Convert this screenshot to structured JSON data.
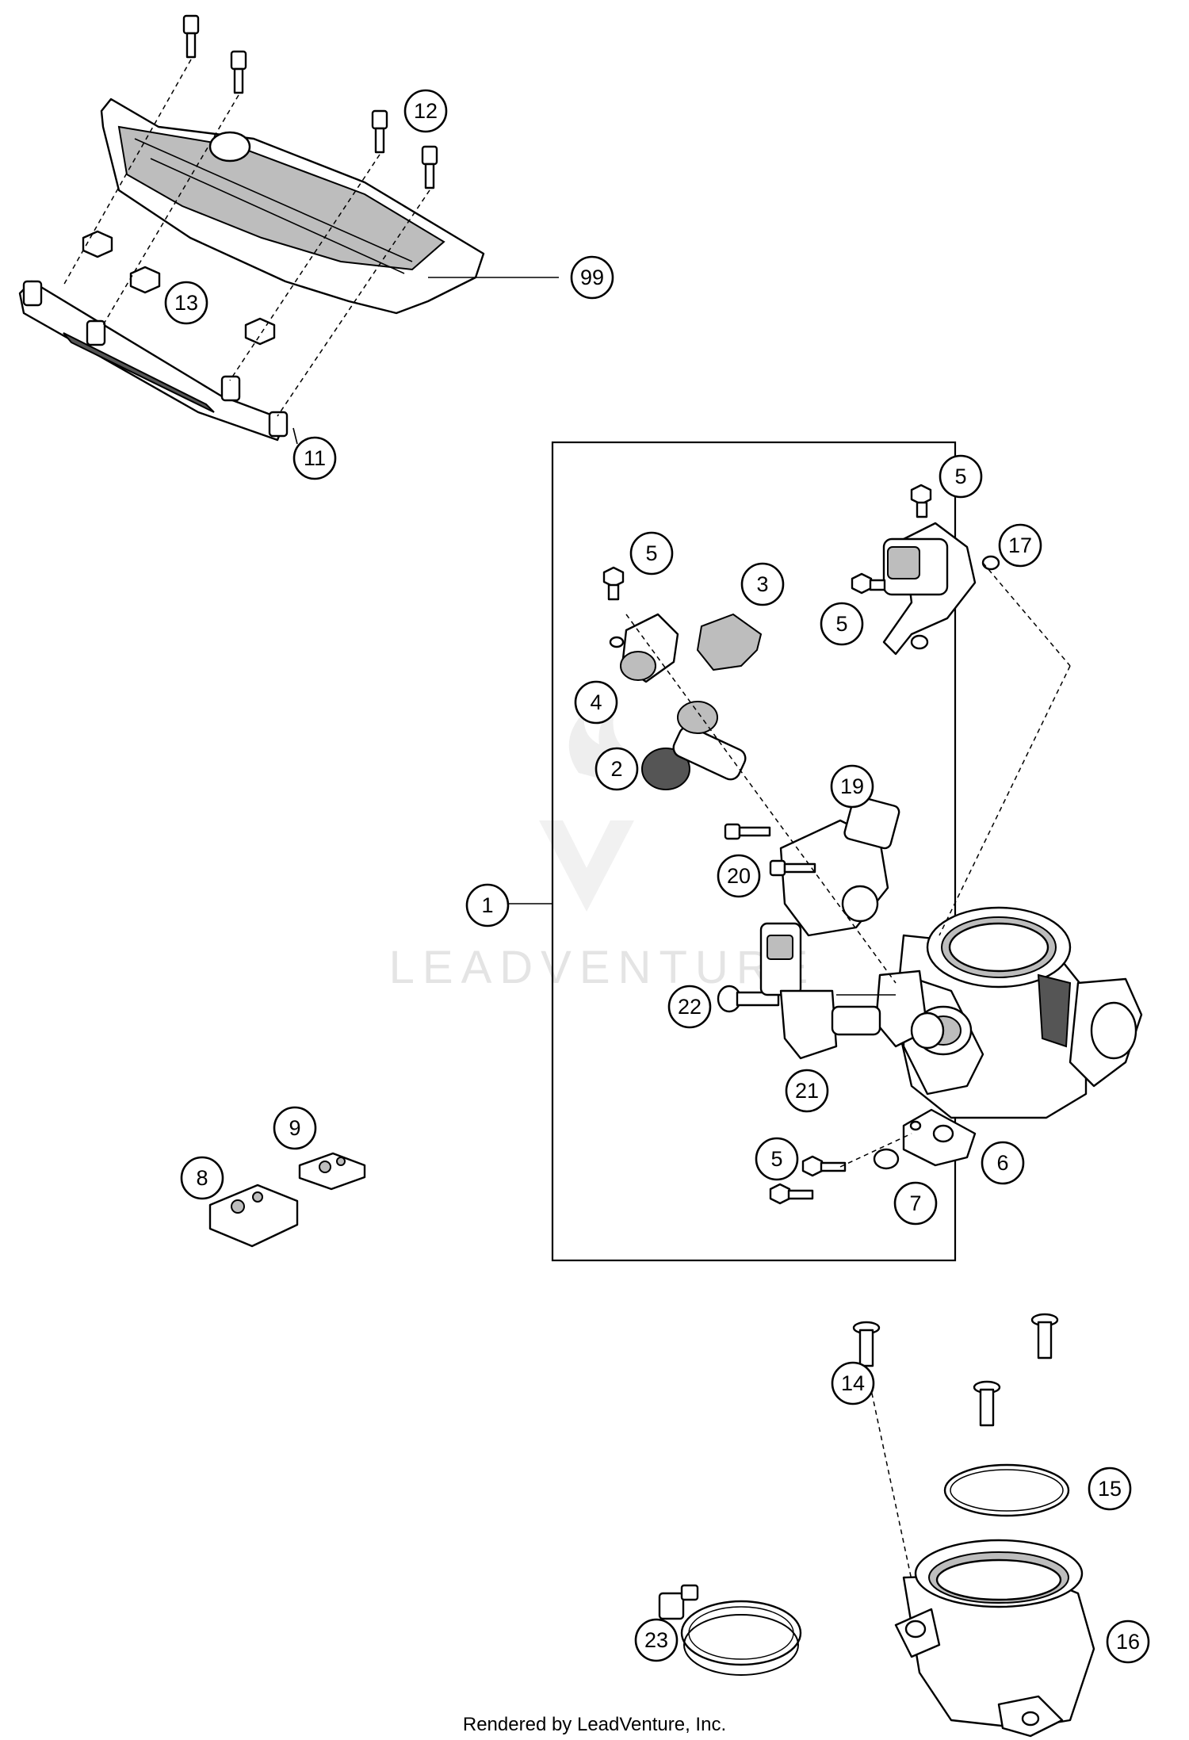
{
  "watermark": "LEADVENTURE",
  "footer": "Rendered by LeadVenture, Inc.",
  "callouts": {
    "c99": "99",
    "c12": "12",
    "c13": "13",
    "c11": "11",
    "c5a": "5",
    "c17": "17",
    "c5b": "5",
    "c3": "3",
    "c5c": "5",
    "c4": "4",
    "c2": "2",
    "c19": "19",
    "c20": "20",
    "c1": "1",
    "c22": "22",
    "c21": "21",
    "c9": "9",
    "c8": "8",
    "c5d": "5",
    "c6": "6",
    "c7": "7",
    "c14": "14",
    "c15": "15",
    "c23": "23",
    "c16": "16"
  },
  "colors": {
    "line": "#000000",
    "background": "#ffffff",
    "shade": "#bdbdbd"
  }
}
